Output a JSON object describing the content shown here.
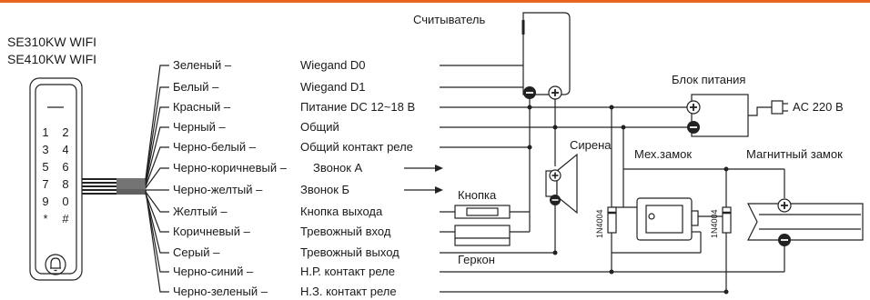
{
  "colors": {
    "accent_bar": "#e8641f",
    "line": "#222222"
  },
  "device": {
    "model_1": "SE310KW WIFI",
    "model_2": "SE410KW WIFI",
    "bell_icon": "bell-icon"
  },
  "keypad": {
    "keys": [
      "1",
      "2",
      "3",
      "4",
      "5",
      "6",
      "7",
      "8",
      "9",
      "0",
      "*",
      "#"
    ]
  },
  "wires": [
    {
      "color": "Зеленый –",
      "function": "Wiegand D0"
    },
    {
      "color": "Белый –",
      "function": "Wiegand D1"
    },
    {
      "color": "Красный –",
      "function": "Питание DC 12~18 В"
    },
    {
      "color": "Черный –",
      "function": "Общий"
    },
    {
      "color": "Черно-белый –",
      "function": "Общий контакт реле"
    },
    {
      "color": "Черно-коричневый –",
      "function": "Звонок А"
    },
    {
      "color": "Черно-желтый –",
      "function": "Звонок Б"
    },
    {
      "color": "Желтый –",
      "function": "Кнопка выхода"
    },
    {
      "color": "Коричневый –",
      "function": "Тревожный вход"
    },
    {
      "color": "Серый –",
      "function": "Тревожный выход"
    },
    {
      "color": "Черно-синий –",
      "function": "Н.Р. контакт реле"
    },
    {
      "color": "Черно-зеленый –",
      "function": "Н.З. контакт реле"
    }
  ],
  "components": {
    "reader": "Считыватель",
    "power_supply": "Блок питания",
    "ac_label": "AC 220 В",
    "siren": "Сирена",
    "button": "Кнопка",
    "reed_switch": "Геркон",
    "mech_lock": "Мех.замок",
    "magnetic_lock": "Магнитный замок",
    "diode_1": "1N4004",
    "diode_2": "1N4004"
  }
}
